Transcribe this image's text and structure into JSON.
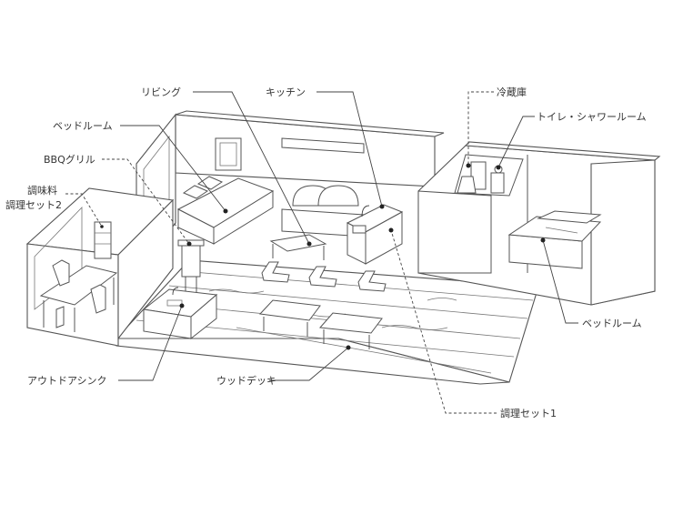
{
  "labels": {
    "living": "リビング",
    "kitchen": "キッチン",
    "fridge": "冷蔵庫",
    "toilet_shower": "トイレ・シャワールーム",
    "bedroom_left": "ベッドルーム",
    "bbq_grill": "BBQグリル",
    "seasoning_line1": "調味料",
    "seasoning_line2": "調理セット2",
    "outdoor_sink": "アウトドアシンク",
    "wood_deck": "ウッドデッキ",
    "cooking_set_1": "調理セット1",
    "bedroom_right": "ベッドルーム"
  },
  "colors": {
    "line": "#444444",
    "text": "#333333",
    "fill": "#ffffff"
  }
}
